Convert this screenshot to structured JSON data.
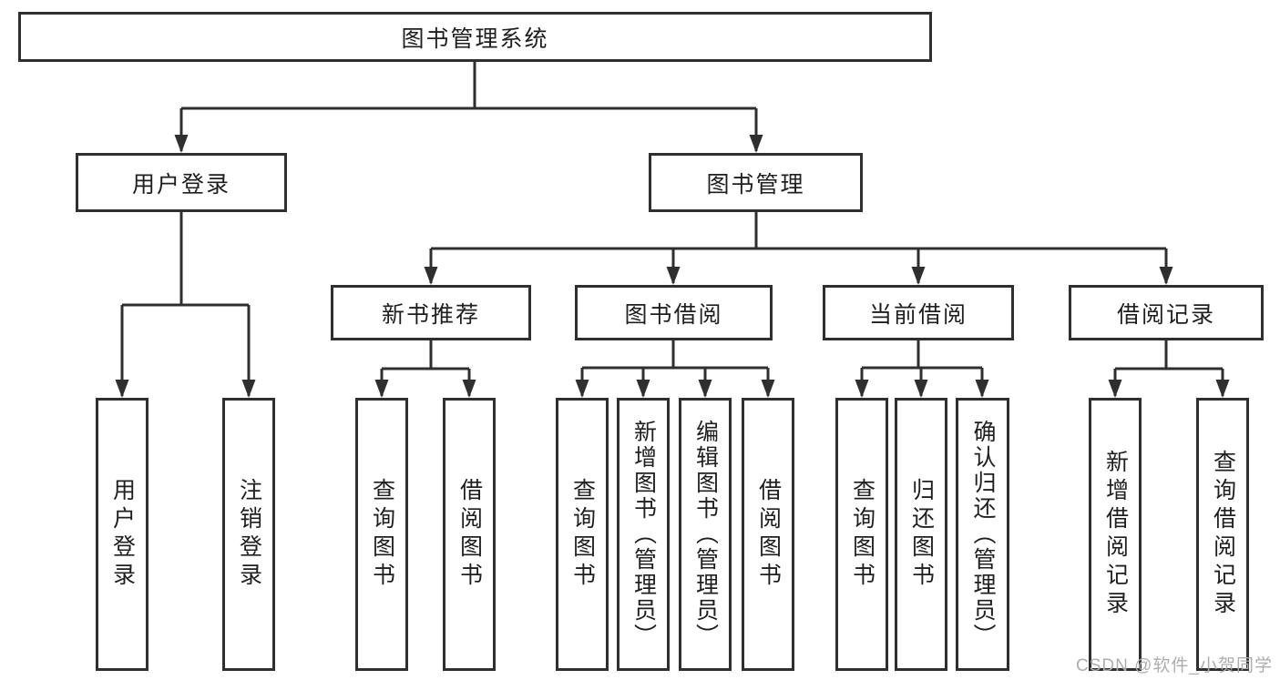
{
  "diagram": {
    "watermark": "CSDN @软件_小贺同学",
    "colors": {
      "line": "#2f2f2f",
      "box_border": "#2f2f2f",
      "text": "#1f1f1f",
      "watermark": "#aeaeae",
      "background": "#ffffff"
    },
    "tree": {
      "label": "图书管理系统",
      "children": [
        {
          "label": "用户登录",
          "children": [
            {
              "label": "用户登录"
            },
            {
              "label": "注销登录"
            }
          ]
        },
        {
          "label": "图书管理",
          "children": [
            {
              "label": "新书推荐",
              "children": [
                {
                  "label": "查询图书"
                },
                {
                  "label": "借阅图书"
                }
              ]
            },
            {
              "label": "图书借阅",
              "children": [
                {
                  "label": "查询图书"
                },
                {
                  "label": "新增图书（管理员）"
                },
                {
                  "label": "编辑图书（管理员）"
                },
                {
                  "label": "借阅图书"
                }
              ]
            },
            {
              "label": "当前借阅",
              "children": [
                {
                  "label": "查询图书"
                },
                {
                  "label": "归还图书"
                },
                {
                  "label": "确认归还（管理员）"
                }
              ]
            },
            {
              "label": "借阅记录",
              "children": [
                {
                  "label": "新增借阅记录"
                },
                {
                  "label": "查询借阅记录"
                }
              ]
            }
          ]
        }
      ]
    }
  }
}
